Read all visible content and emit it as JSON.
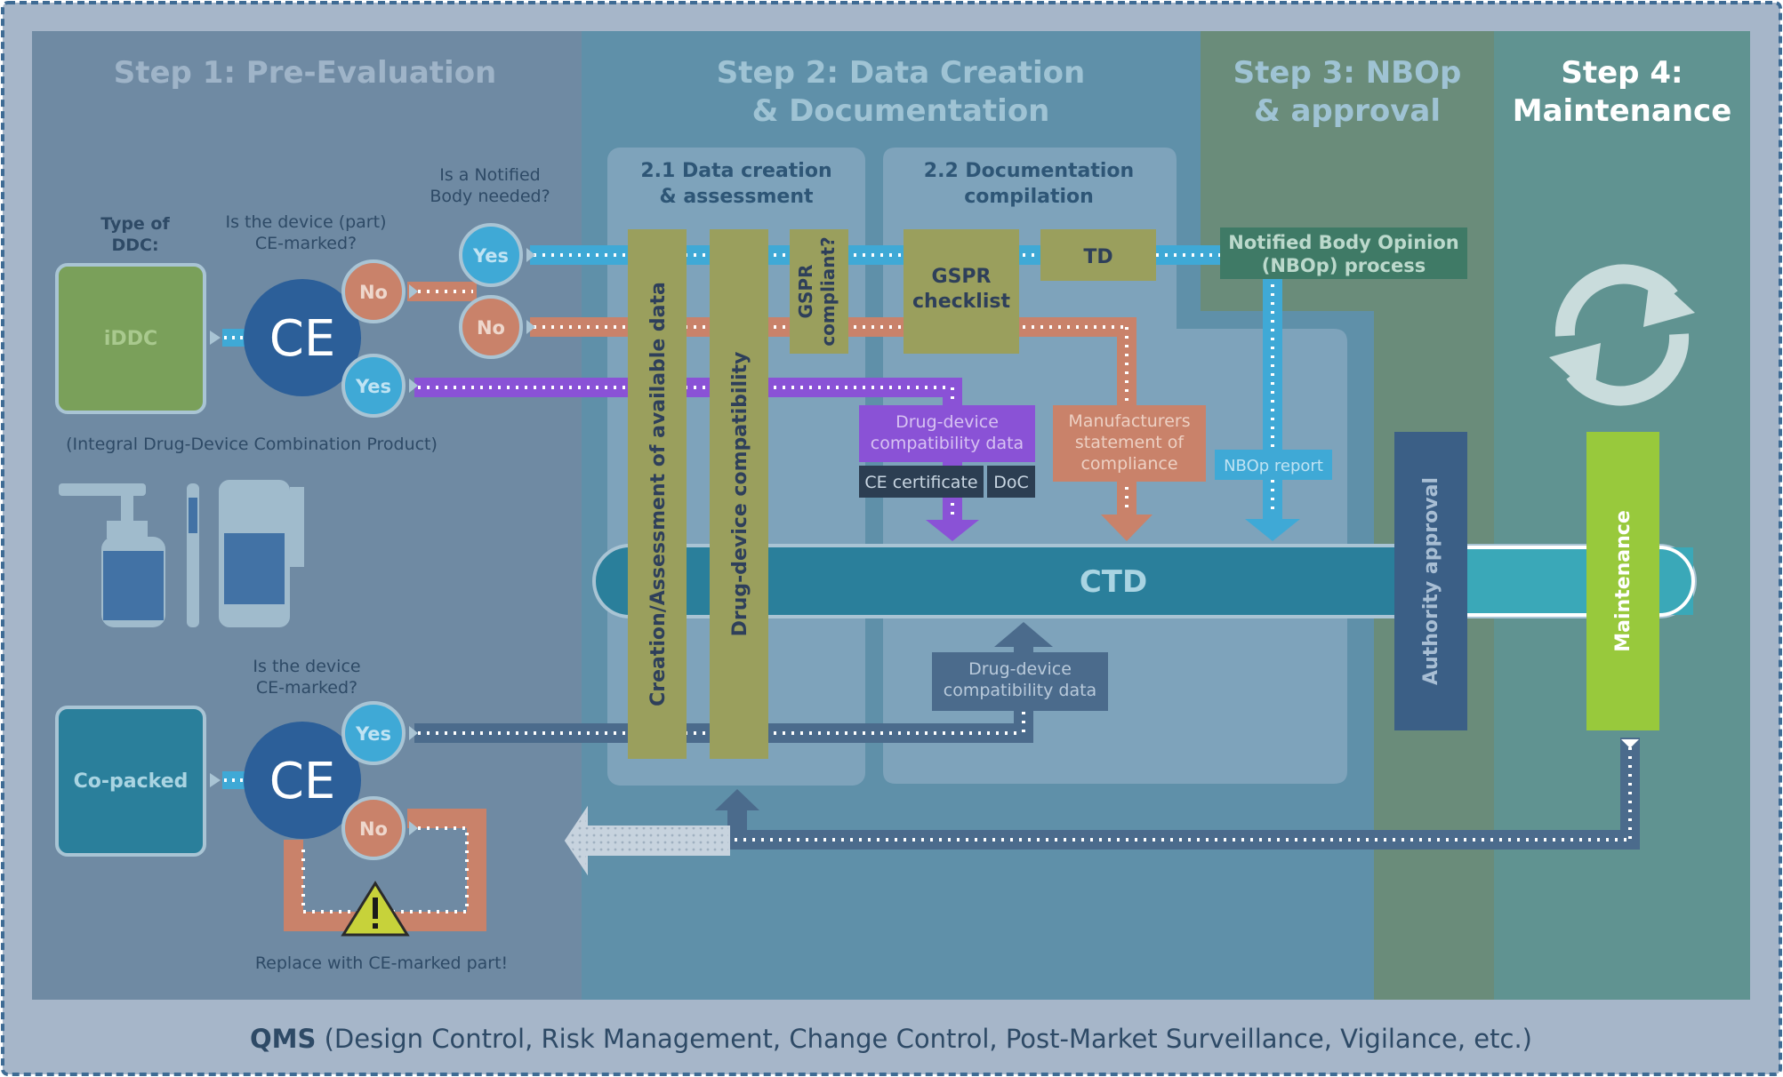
{
  "steps": {
    "step1": "Step 1: Pre-Evaluation",
    "step2_l1": "Step 2: Data Creation",
    "step2_l2": "& Documentation",
    "step3_l1": "Step 3: NBOp",
    "step3_l2": "& approval",
    "step4_l1": "Step 4:",
    "step4_l2": "Maintenance"
  },
  "substeps": {
    "s21_l1": "2.1 Data creation",
    "s21_l2": "& assessment",
    "s22_l1": "2.2 Documentation",
    "s22_l2": "compilation"
  },
  "left": {
    "type_l1": "Type of",
    "type_l2": "DDC:",
    "iddc": "iDDC",
    "iddc_caption": "(Integral Drug-Device Combination Product)",
    "copacked": "Co-packed",
    "ce": "CE",
    "q_ce_part_l1": "Is the device (part)",
    "q_ce_part_l2": "CE-marked?",
    "q_nb_l1": "Is a Notified",
    "q_nb_l2": "Body needed?",
    "q_ce_l1": "Is the device",
    "q_ce_l2": "CE-marked?",
    "yes": "Yes",
    "no": "No",
    "replace": "Replace with CE-marked part!"
  },
  "boxes": {
    "creation": "Creation/Assessment of available data",
    "compat": "Drug-device compatibility",
    "gspr_l1": "GSPR",
    "gspr_l2": "compliant?",
    "checklist_l1": "GSPR",
    "checklist_l2": "checklist",
    "td": "TD",
    "nbop_l1": "Notified Body Opinion",
    "nbop_l2": "(NBOp) process",
    "ddcomp_l1": "Drug-device",
    "ddcomp_l2": "compatibility data",
    "ce_cert": "CE certificate",
    "doc": "DoC",
    "mfr_l1": "Manufacturers",
    "mfr_l2": "statement of",
    "mfr_l3": "compliance",
    "nbop_report": "NBOp report",
    "ctd": "CTD",
    "authority": "Authority approval",
    "maintenance": "Maintenance",
    "ddcomp2_l1": "Drug-device",
    "ddcomp2_l2": "compatibility data"
  },
  "footer": {
    "qms": "QMS",
    "qms_rest": " (Design Control, Risk Management, Change Control, Post-Market Surveillance, Vigilance, etc.)"
  },
  "colors": {
    "frame": "#a6b6c9",
    "step1_bg": "#6f8aa3",
    "step2_bg": "#5f90a9",
    "step3_bg": "#6a8c7a",
    "step4_bg": "#609391",
    "olive": "#9a9f5d",
    "blue_arrow": "#3fa9d6",
    "orange_arrow": "#c9826a",
    "purple_arrow": "#8a52d6",
    "navy_arrow": "#4b6b8c",
    "ctd": "#2a7f9b",
    "maintenance": "#98c93c"
  }
}
